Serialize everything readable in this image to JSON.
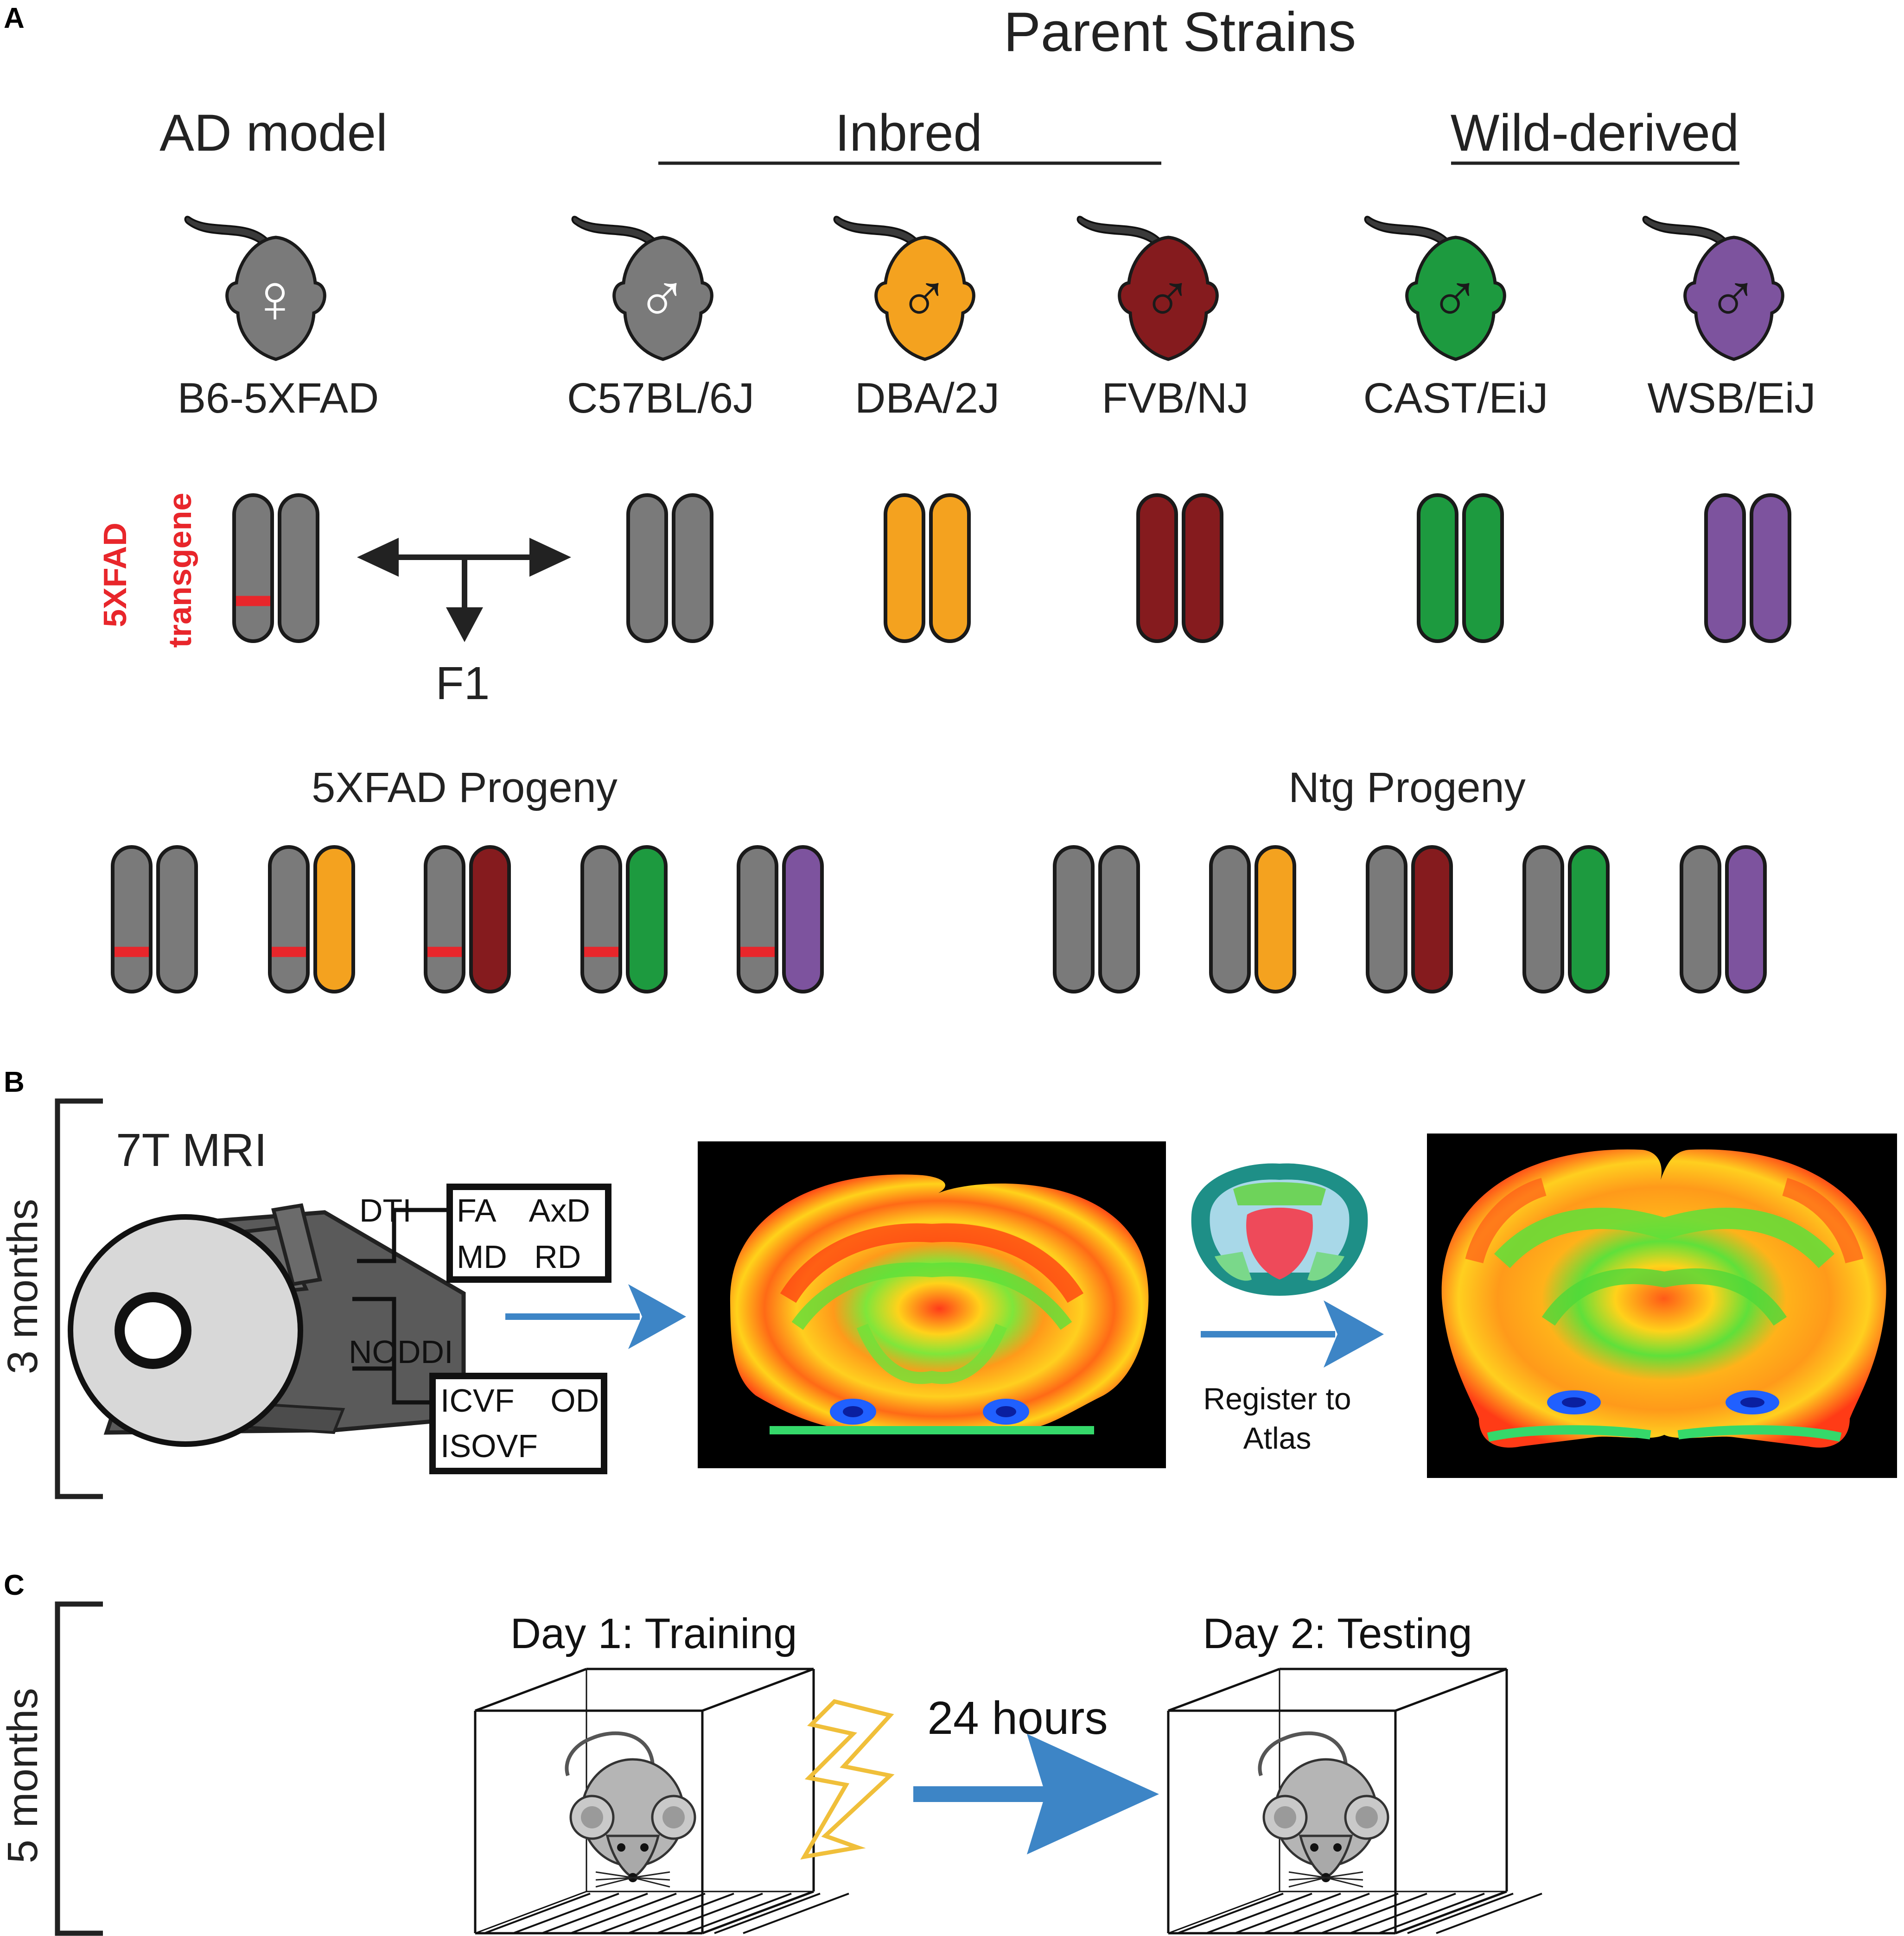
{
  "panel_a": {
    "letter": "A",
    "title": "Parent Strains",
    "ad_model_label": "AD model",
    "inbred_label": "Inbred",
    "wild_label": "Wild-derived",
    "transgene_label_1": "5XFAD",
    "transgene_label_2": "transgene",
    "f1_label": "F1",
    "progeny_5xfad_label": "5XFAD Progeny",
    "progeny_ntg_label": "Ntg Progeny",
    "strains": [
      {
        "name": "B6-5XFAD",
        "sex": "♀",
        "color": "#7a7a7a"
      },
      {
        "name": "C57BL/6J",
        "sex": "♂",
        "color": "#7a7a7a"
      },
      {
        "name": "DBA/2J",
        "sex": "♂",
        "color": "#f4a21f"
      },
      {
        "name": "FVB/NJ",
        "sex": "♂",
        "color": "#851b1e"
      },
      {
        "name": "CAST/EiJ",
        "sex": "♂",
        "color": "#1d9a3f"
      },
      {
        "name": "WSB/EiJ",
        "sex": "♂",
        "color": "#7d539e"
      }
    ],
    "transgene_color": "#e8262b"
  },
  "panel_b": {
    "letter": "B",
    "age_label": "3 months",
    "mri_label": "7T MRI",
    "dti_label": "DTI",
    "dti_metrics_1": "FA    AxD",
    "dti_metrics_2": "MD   RD",
    "noddi_label": "NODDI",
    "noddi_metrics_1": "ICVF    OD",
    "noddi_metrics_2": "ISOVF",
    "register_label_1": "Register to",
    "register_label_2": "Atlas",
    "arrow_color": "#3d85c6"
  },
  "panel_c": {
    "letter": "C",
    "age_label": "5 months",
    "day1_label": "Day 1: Training",
    "day2_label": "Day 2: Testing",
    "interval_label": "24 hours",
    "shock_color": "#f0bf3a"
  }
}
